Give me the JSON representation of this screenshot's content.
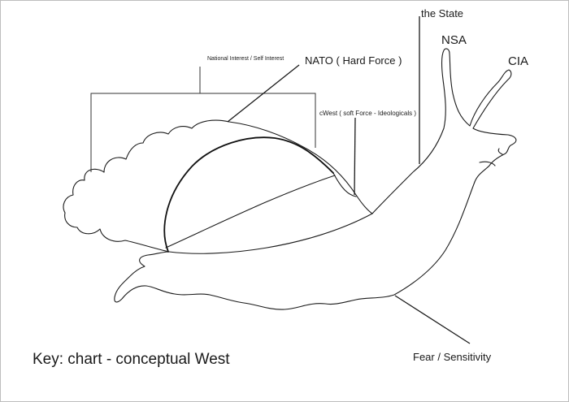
{
  "labels": {
    "state": "the State",
    "nsa": "NSA",
    "cia": "CIA",
    "nato": "NATO ( Hard Force )",
    "national_interest": "National Interest / Self Interest",
    "cwest": "cWest ( soft Force - Ideologicals )",
    "fear": "Fear / Sensitivity"
  },
  "key": "Key: chart - conceptual West"
}
